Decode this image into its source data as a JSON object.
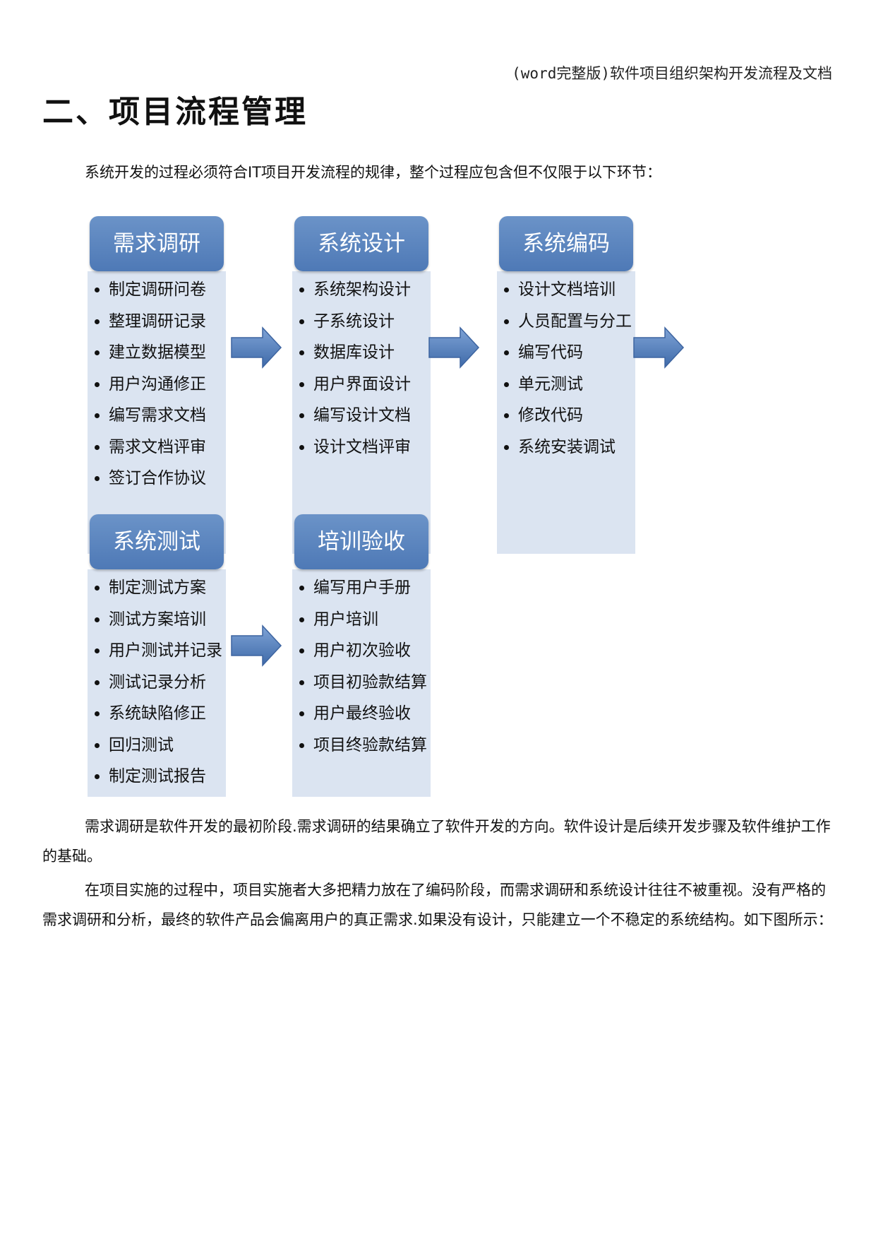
{
  "header": {
    "running_title": "(word完整版)软件项目组织架构开发流程及文档"
  },
  "section": {
    "title": "二、项目流程管理"
  },
  "intro": "系统开发的过程必须符合IT项目开发流程的规律，整个过程应包含但不仅限于以下环节：",
  "stages": [
    {
      "title": "需求调研",
      "items": [
        "制定调研问卷",
        "整理调研记录",
        "建立数据模型",
        "用户沟通修正",
        "编写需求文档",
        "需求文档评审",
        "签订合作协议"
      ]
    },
    {
      "title": "系统设计",
      "items": [
        "系统架构设计",
        "子系统设计",
        "数据库设计",
        "用户界面设计",
        "编写设计文档",
        "设计文档评审"
      ]
    },
    {
      "title": "系统编码",
      "items": [
        "设计文档培训",
        "人员配置与分工",
        "编写代码",
        "单元测试",
        "修改代码",
        "系统安装调试"
      ]
    },
    {
      "title": "系统测试",
      "items": [
        "制定测试方案",
        "测试方案培训",
        "用户测试并记录",
        "测试记录分析",
        "系统缺陷修正",
        "回归测试",
        "制定测试报告"
      ]
    },
    {
      "title": "培训验收",
      "items": [
        "编写用户手册",
        "用户培训",
        "用户初次验收",
        "项目初验款结算",
        "用户最终验收",
        "项目终验款结算"
      ]
    }
  ],
  "paragraphs": [
    "需求调研是软件开发的最初阶段.需求调研的结果确立了软件开发的方向。软件设计是后续开发步骤及软件维护工作的基础。",
    "在项目实施的过程中，项目实施者大多把精力放在了编码阶段，而需求调研和系统设计往往不被重视。没有严格的需求调研和分析，最终的软件产品会偏离用户的真正需求.如果没有设计，只能建立一个不稳定的系统结构。如下图所示："
  ],
  "colors": {
    "stage_head": "#5580bd",
    "stage_body": "#dbe4f1",
    "arrow": "#4f7bbd"
  }
}
